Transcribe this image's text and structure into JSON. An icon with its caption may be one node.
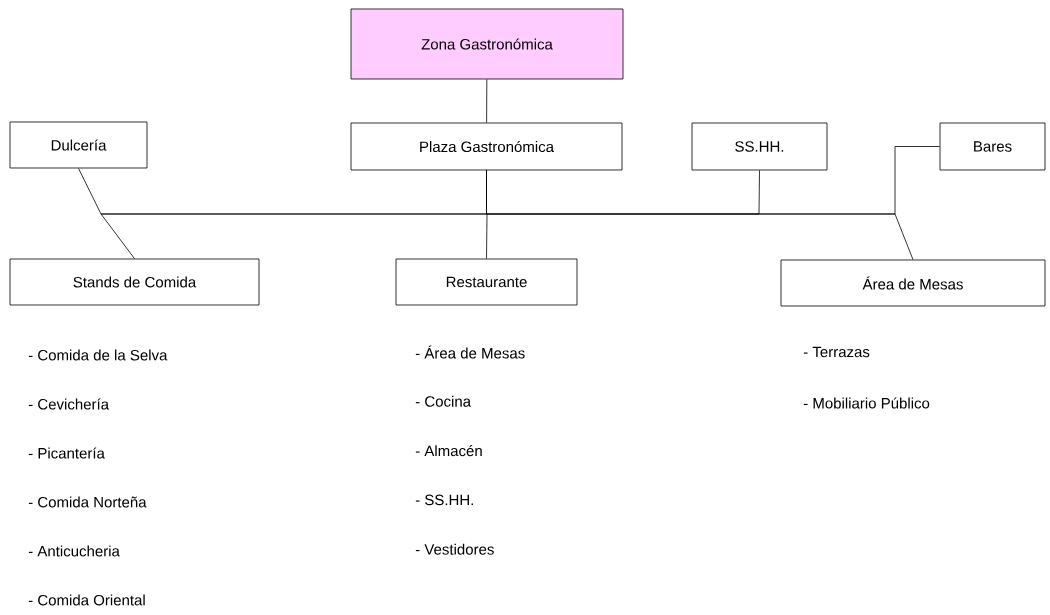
{
  "diagram": {
    "nodes": [
      {
        "text": [
          "Zona Gastronómica"
        ]
      },
      {
        "text": [
          "Dulcería"
        ]
      },
      {
        "text": [
          "Plaza Gastronómica"
        ]
      },
      {
        "text": [
          "SS.HH."
        ]
      },
      {
        "text": [
          "Bares"
        ]
      },
      {
        "text": [
          "Stands de Comida"
        ],
        "beside": [
          "- Comida de la Selva",
          "- Cevichería",
          "- Picantería",
          "- Comida Norteña",
          "- Anticucheria",
          "- Comida Oriental"
        ]
      },
      {
        "text": [
          "Restaurante"
        ],
        "beside": [
          "- Área de Mesas",
          "- Cocina",
          "- Almacén",
          "- SS.HH.",
          "- Vestidores"
        ]
      },
      {
        "text": [
          "Área de Mesas"
        ],
        "beside": [
          "- Terrazas",
          "- Mobiliario Público"
        ]
      }
    ],
    "edges": [
      {
        "from": 0,
        "to": 2,
        "arrow": "none"
      },
      {
        "from": 2,
        "to": 1,
        "arrow": "none"
      },
      {
        "from": 2,
        "to": 5,
        "arrow": "none"
      },
      {
        "from": 2,
        "to": 6,
        "arrow": "none"
      },
      {
        "from": 2,
        "to": 3,
        "arrow": "none"
      },
      {
        "from": 2,
        "to": 4,
        "arrow": "none"
      },
      {
        "from": 2,
        "to": 7,
        "arrow": "none"
      }
    ]
  }
}
